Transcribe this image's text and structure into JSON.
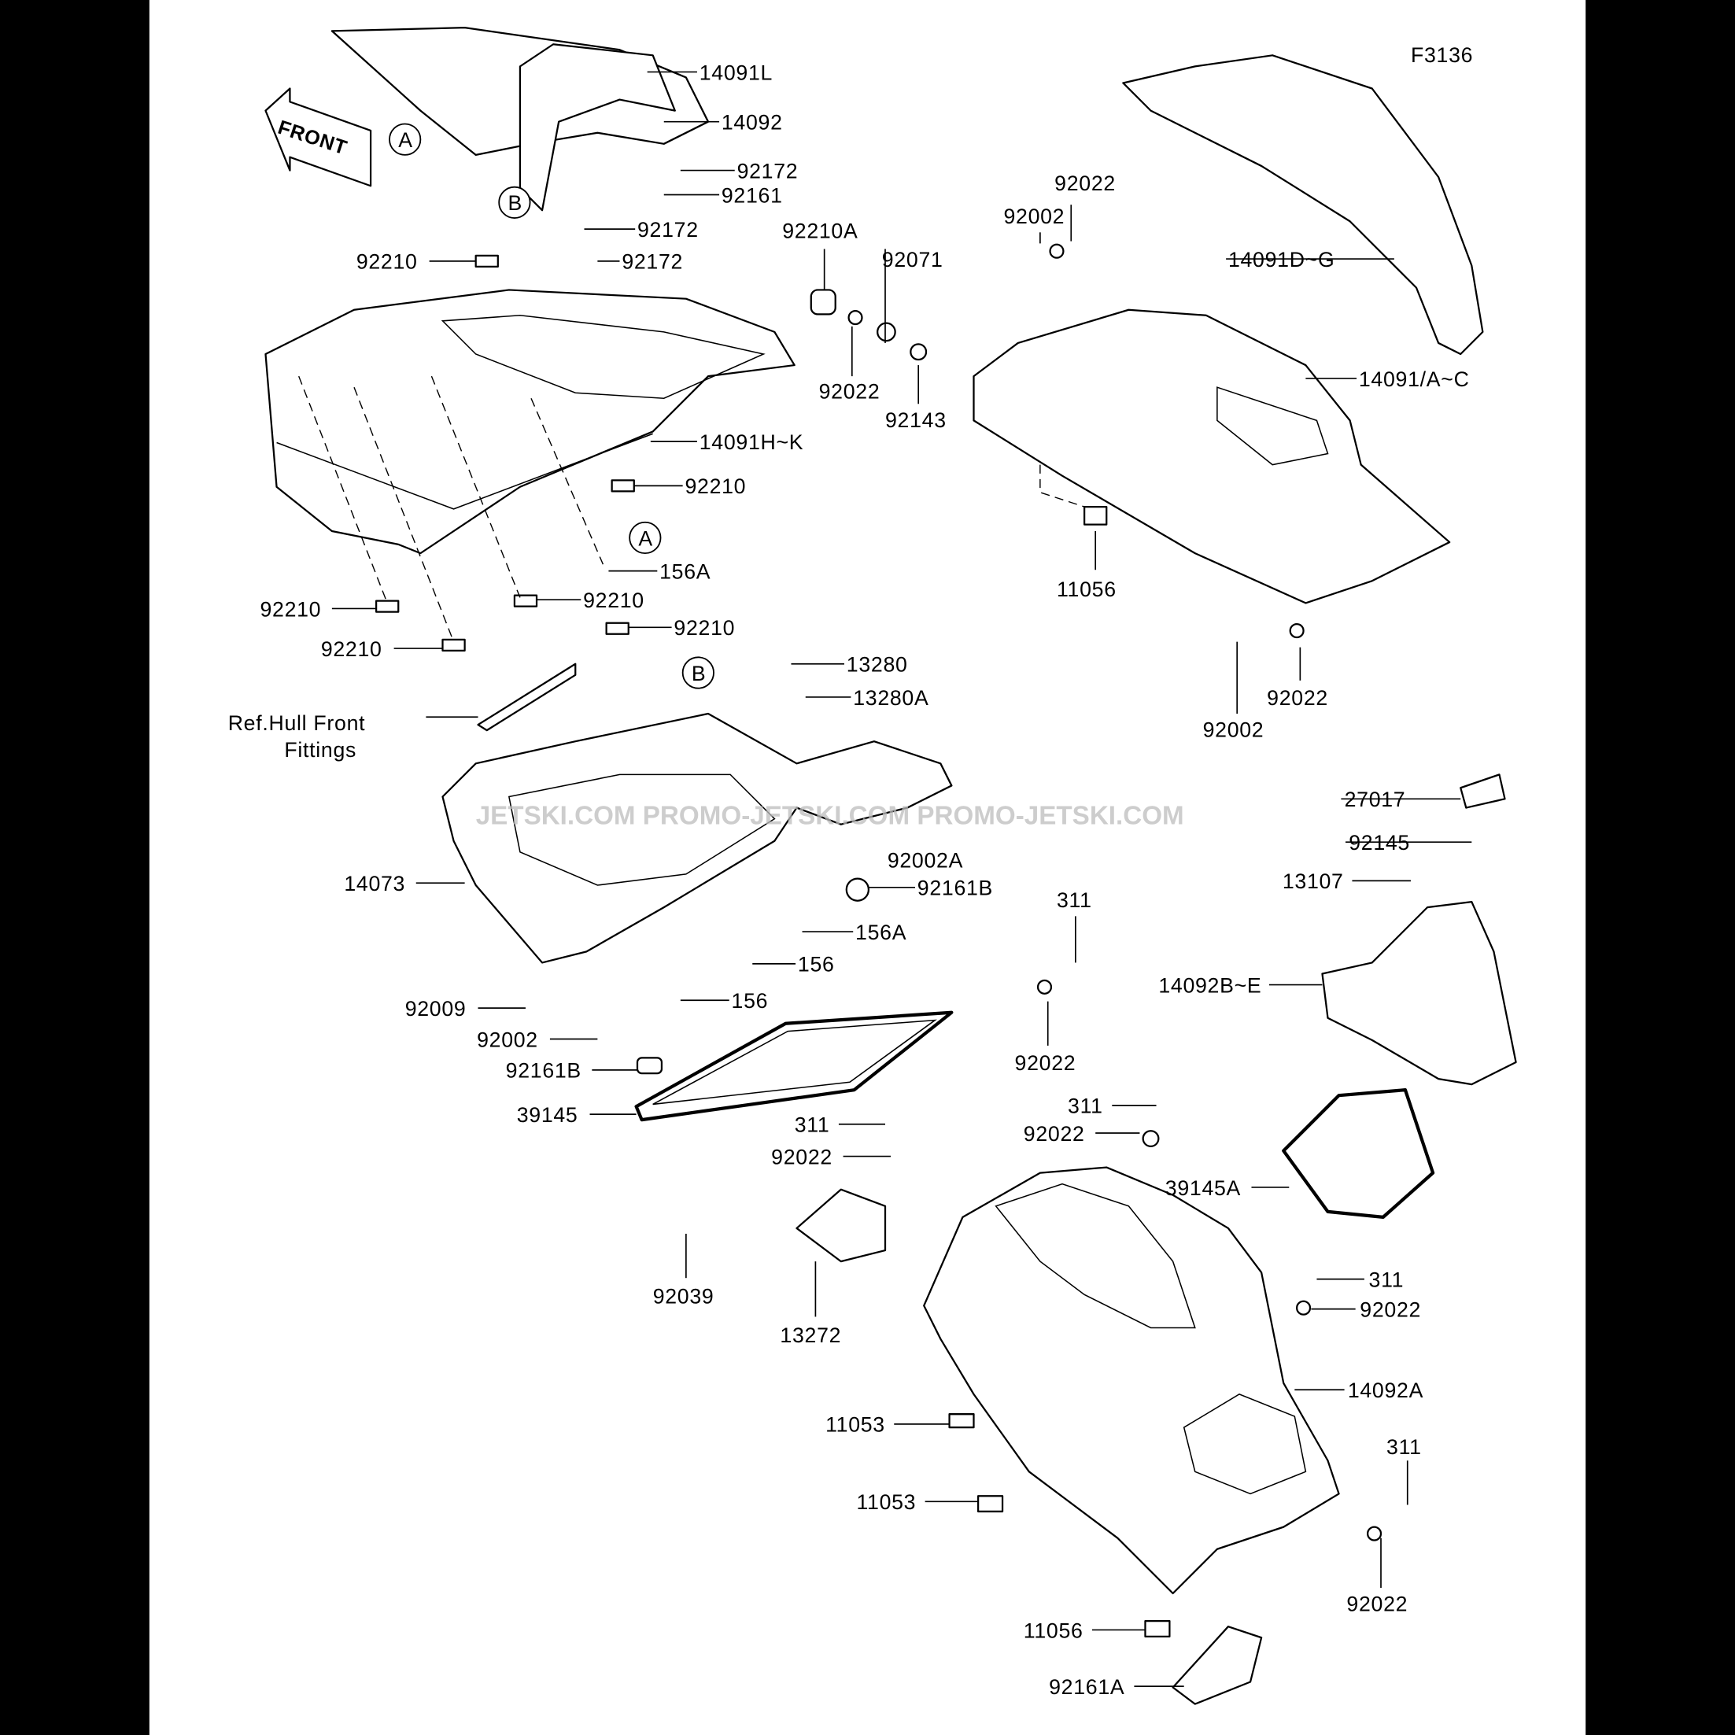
{
  "diagram": {
    "figure_code": "F3136",
    "front_arrow_label": "FRONT",
    "watermark": "JETSKI.COM PROMO-JETSKI.COM PROMO-JETSKI.COM",
    "callouts": [
      "A",
      "B",
      "A",
      "B"
    ],
    "labels": [
      "14091L",
      "14092",
      "92172",
      "92161",
      "92172",
      "92172",
      "92210",
      "92210A",
      "92071",
      "92022",
      "92143",
      "92002",
      "92022",
      "14091D~G",
      "14091/A~C",
      "14091H~K",
      "92210",
      "156A",
      "92210",
      "92210",
      "92210",
      "92210",
      "11056",
      "13280",
      "13280A",
      "Ref.Hull Front",
      "Fittings",
      "92002",
      "92022",
      "27017",
      "92145",
      "13107",
      "92002A",
      "92161B",
      "156A",
      "14073",
      "311",
      "156",
      "156",
      "14092B~E",
      "92009",
      "92002",
      "92022",
      "92161B",
      "39145",
      "311",
      "92022",
      "311",
      "92022",
      "39145A",
      "92039",
      "13272",
      "311",
      "92022",
      "14092A",
      "11053",
      "11053",
      "311",
      "92022",
      "11056",
      "92161A"
    ]
  }
}
